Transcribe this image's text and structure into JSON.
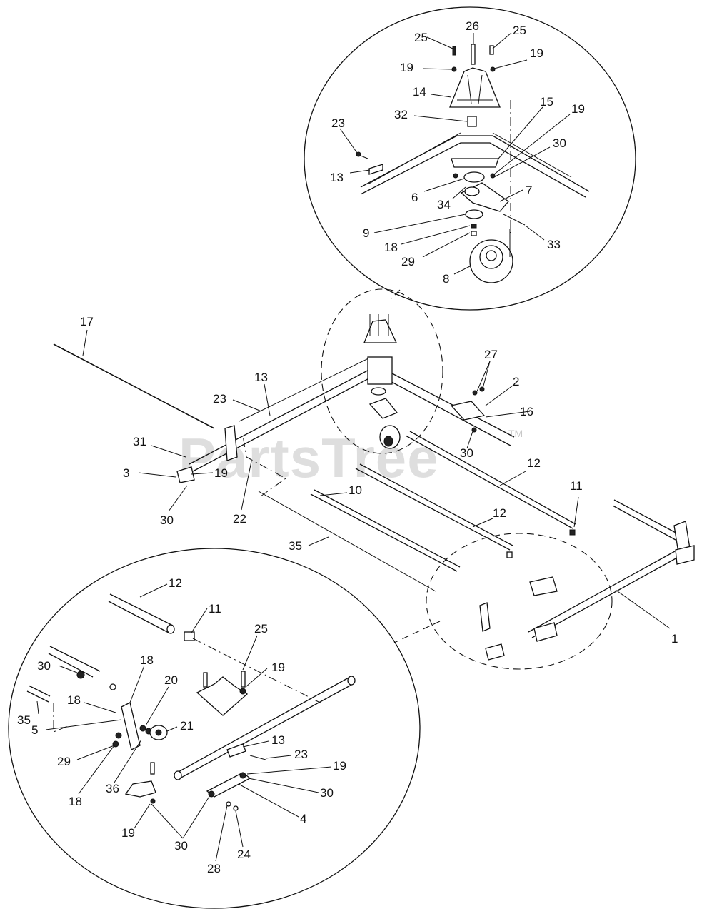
{
  "watermark": {
    "text": "PartsTree",
    "mark": "TM"
  },
  "callouts_top_detail": [
    {
      "id": "c25a",
      "text": "25"
    },
    {
      "id": "c26",
      "text": "26"
    },
    {
      "id": "c25b",
      "text": "25"
    },
    {
      "id": "c19a",
      "text": "19"
    },
    {
      "id": "c19b",
      "text": "19"
    },
    {
      "id": "c14",
      "text": "14"
    },
    {
      "id": "c32",
      "text": "32"
    },
    {
      "id": "c15",
      "text": "15"
    },
    {
      "id": "c19c",
      "text": "19"
    },
    {
      "id": "c23a",
      "text": "23"
    },
    {
      "id": "c30a",
      "text": "30"
    },
    {
      "id": "c13a",
      "text": "13"
    },
    {
      "id": "c6",
      "text": "6"
    },
    {
      "id": "c34",
      "text": "34"
    },
    {
      "id": "c7",
      "text": "7"
    },
    {
      "id": "c9",
      "text": "9"
    },
    {
      "id": "c33",
      "text": "33"
    },
    {
      "id": "c18a",
      "text": "18"
    },
    {
      "id": "c29a",
      "text": "29"
    },
    {
      "id": "c8",
      "text": "8"
    }
  ],
  "callouts_main": [
    {
      "id": "c17",
      "text": "17"
    },
    {
      "id": "c27",
      "text": "27"
    },
    {
      "id": "c2",
      "text": "2"
    },
    {
      "id": "c13b",
      "text": "13"
    },
    {
      "id": "c16",
      "text": "16"
    },
    {
      "id": "c23b",
      "text": "23"
    },
    {
      "id": "c31",
      "text": "31"
    },
    {
      "id": "c30b",
      "text": "30"
    },
    {
      "id": "c12a",
      "text": "12"
    },
    {
      "id": "c3",
      "text": "3"
    },
    {
      "id": "c19d",
      "text": "19"
    },
    {
      "id": "c10",
      "text": "10"
    },
    {
      "id": "c11a",
      "text": "11"
    },
    {
      "id": "c30c",
      "text": "30"
    },
    {
      "id": "c22",
      "text": "22"
    },
    {
      "id": "c12b",
      "text": "12"
    },
    {
      "id": "c35a",
      "text": "35"
    },
    {
      "id": "c1",
      "text": "1"
    }
  ],
  "callouts_bottom_detail": [
    {
      "id": "c12c",
      "text": "12"
    },
    {
      "id": "c11b",
      "text": "11"
    },
    {
      "id": "c25c",
      "text": "25"
    },
    {
      "id": "c18b",
      "text": "18"
    },
    {
      "id": "c30d",
      "text": "30"
    },
    {
      "id": "c19e",
      "text": "19"
    },
    {
      "id": "c20",
      "text": "20"
    },
    {
      "id": "c18c",
      "text": "18"
    },
    {
      "id": "c35b",
      "text": "35"
    },
    {
      "id": "c21",
      "text": "21"
    },
    {
      "id": "c5",
      "text": "5"
    },
    {
      "id": "c13c",
      "text": "13"
    },
    {
      "id": "c29b",
      "text": "29"
    },
    {
      "id": "c23c",
      "text": "23"
    },
    {
      "id": "c19f",
      "text": "19"
    },
    {
      "id": "c36",
      "text": "36"
    },
    {
      "id": "c30e",
      "text": "30"
    },
    {
      "id": "c18d",
      "text": "18"
    },
    {
      "id": "c4",
      "text": "4"
    },
    {
      "id": "c19g",
      "text": "19"
    },
    {
      "id": "c30f",
      "text": "30"
    },
    {
      "id": "c28",
      "text": "28"
    },
    {
      "id": "c24",
      "text": "24"
    }
  ]
}
